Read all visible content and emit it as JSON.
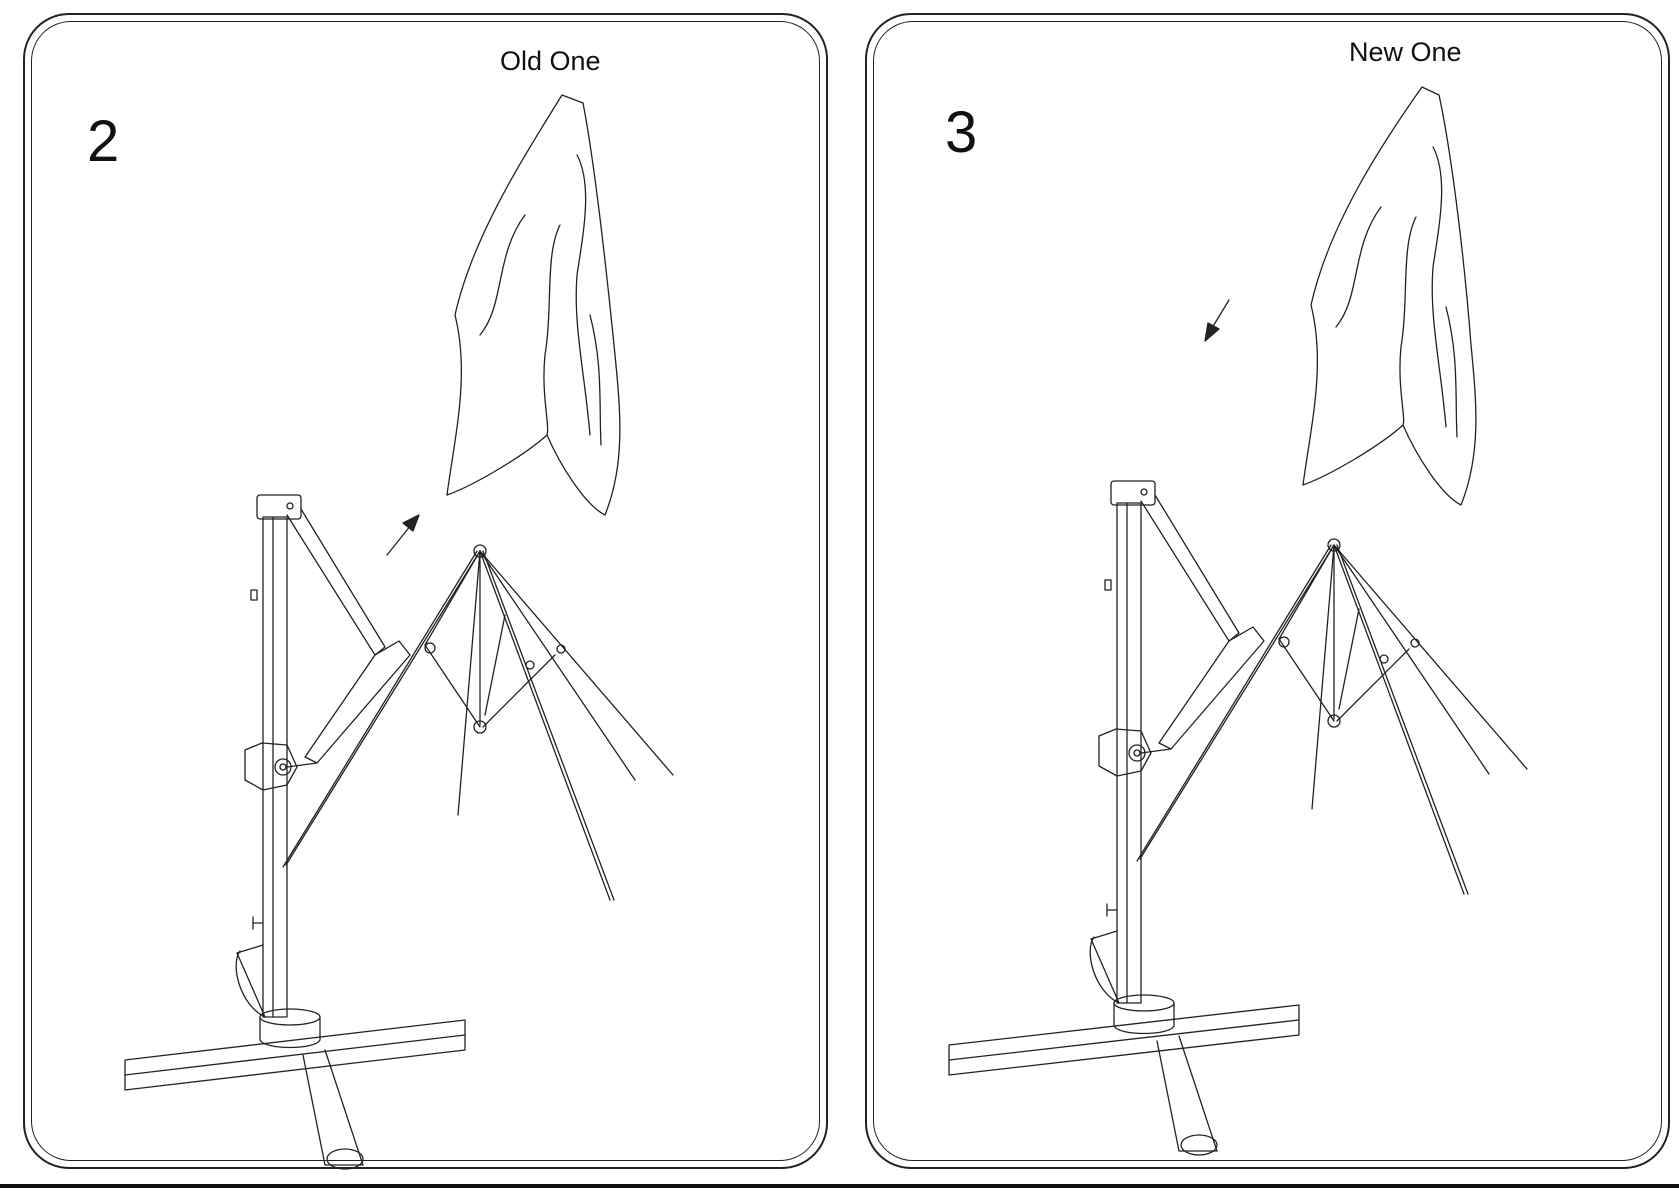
{
  "panels": [
    {
      "step": "2",
      "caption": "Old One",
      "arrow_direction": "up-right (remove canopy)"
    },
    {
      "step": "3",
      "caption": "New One",
      "arrow_direction": "down-left (install canopy)"
    }
  ],
  "colors": {
    "line": "#222222",
    "background": "#ffffff"
  },
  "icon_names": [
    "umbrella-stand-icon",
    "canopy-cover-icon",
    "direction-arrow-icon"
  ]
}
